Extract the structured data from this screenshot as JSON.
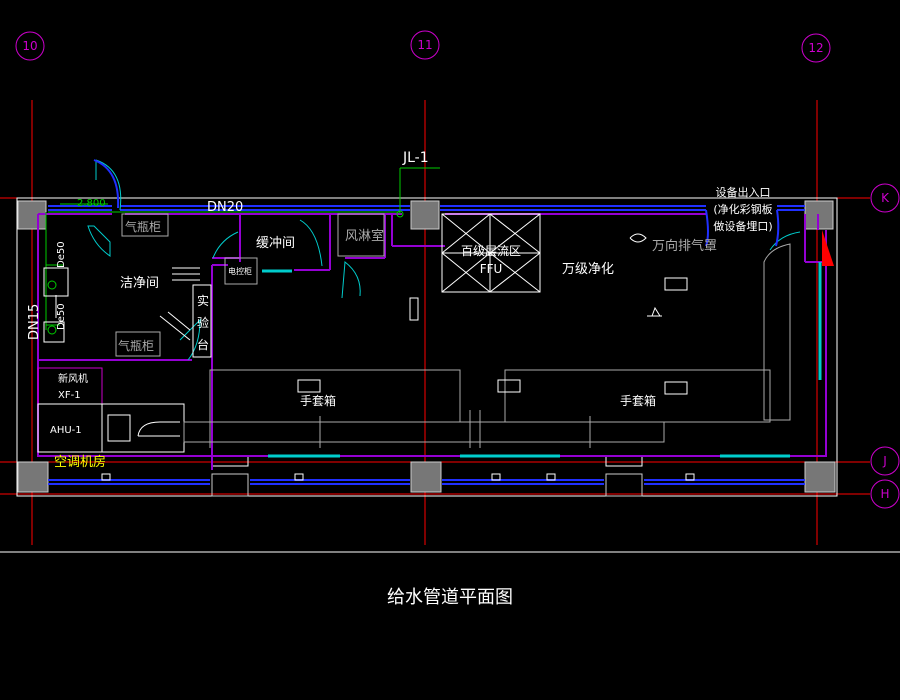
{
  "drawing": {
    "title": "给水管道平面图",
    "grid_labels": {
      "g10": "10",
      "g11": "11",
      "g12": "12",
      "gK": "K",
      "gJ": "J",
      "gH": "H"
    },
    "pipe_labels": {
      "riser": "JL-1",
      "main_dn": "DN20",
      "branch_dn": "DN15",
      "elevation": "2.800",
      "de50_top": "De50",
      "de50_mid": "De50"
    },
    "rooms": {
      "gas_cabinet_top": "气瓶柜",
      "gas_cabinet_bottom": "气瓶柜",
      "buffer": "缓冲间",
      "shower": "风淋室",
      "clean": "洁净间",
      "lab": [
        "实",
        "验",
        "台"
      ],
      "grade100_line1": "百级层流区",
      "grade100_line2": "FFU",
      "grade10000": "万级净化",
      "fume_hood": "万向排气罩",
      "glovebox_left": "手套箱",
      "glovebox_right": "手套箱",
      "fresh_air": "新风机",
      "xf1": "XF-1",
      "ahu1": "AHU-1",
      "ac_room": "空调机房",
      "small_label": "电控柜",
      "equipment_line1": "设备出入口",
      "equipment_line2": "(净化彩钢板",
      "equipment_line3": "做设备埋口)"
    },
    "colors": {
      "magenta": "#cc00cc",
      "wall_purple": "#9400d3",
      "red": "#ff0000",
      "green": "#00cc00",
      "cyan": "#00cccc",
      "blue": "#2030ff",
      "yellow": "#ffff00",
      "white": "#ffffff",
      "gray": "#aaaaaa"
    }
  }
}
